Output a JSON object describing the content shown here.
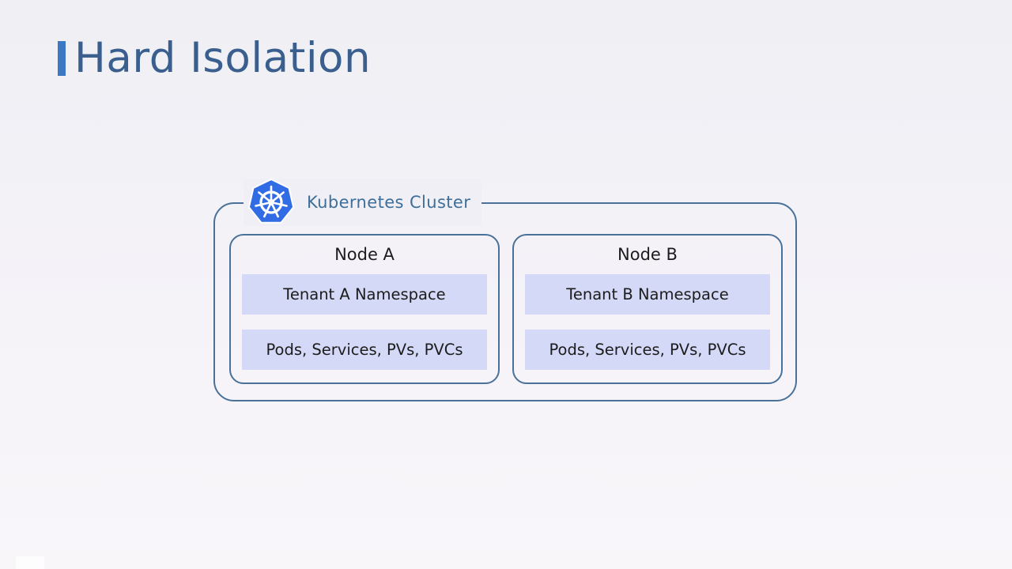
{
  "title": "Hard Isolation",
  "colors": {
    "accent": "#3d78c4",
    "title": "#3a5f8f",
    "border": "#4a7199",
    "box_fill": "#d3d9f6",
    "kubernetes_blue": "#326ce5"
  },
  "cluster": {
    "label": "Kubernetes Cluster",
    "icon": "kubernetes-helm-icon"
  },
  "nodes": [
    {
      "title": "Node A",
      "namespace": "Tenant A Namespace",
      "resources": "Pods, Services, PVs, PVCs"
    },
    {
      "title": "Node B",
      "namespace": "Tenant B Namespace",
      "resources": "Pods, Services, PVs, PVCs"
    }
  ]
}
